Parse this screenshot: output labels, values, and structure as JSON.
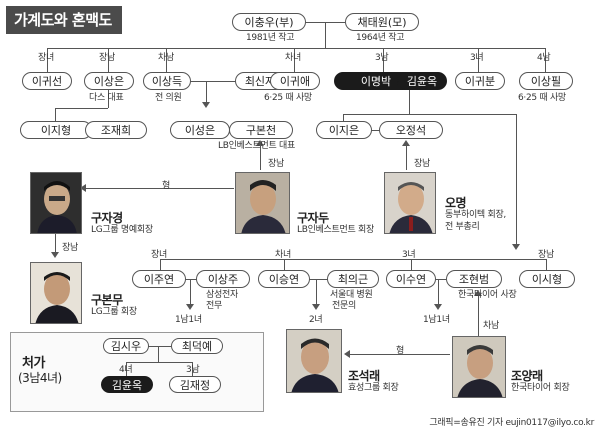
{
  "title": "가계도와 혼맥도",
  "top": {
    "father": "이충우(부)",
    "father_note": "1981년 작고",
    "mother": "채태원(모)",
    "mother_note": "1964년 작고"
  },
  "siblings": {
    "son1_rel": "장녀",
    "son1": "이귀선",
    "son2_rel": "장남",
    "son2": "이상은",
    "son2_note": "다스 대표",
    "son3_rel": "차남",
    "son3": "이상득",
    "son3_note": "전 의원",
    "son3_spouse": "최신자",
    "d2_rel": "차녀",
    "d2": "이귀애",
    "d2_note": "6·25 때 사망",
    "mb_rel": "3남",
    "mb": "이명박",
    "mb_spouse": "김윤옥",
    "d3_rel": "3녀",
    "d3": "이귀분",
    "s4_rel": "4남",
    "s4": "이상필",
    "s4_note": "6·25 때 사망"
  },
  "row2": {
    "a": "이지형",
    "a_spouse": "조재희",
    "b": "이성은",
    "b_spouse": "구본천",
    "b_spouse_note": "LB인베스트먼트 대표",
    "c": "이지은",
    "c_spouse": "오정석"
  },
  "people": {
    "koo_jakyung": "구자경",
    "koo_jakyung_note": "LG그룹 명예회장",
    "koo_jadu": "구자두",
    "koo_jadu_note": "LB인베스트먼트 회장",
    "oh_myung": "오명",
    "oh_myung_note1": "동부하이텍 회장,",
    "oh_myung_note2": "전 부총리",
    "koo_bonmu": "구본무",
    "koo_bonmu_note": "LG그룹 회장",
    "jo_seokrae": "조석래",
    "jo_seokrae_note": "효성그룹 회장",
    "jo_yangrae": "조양래",
    "jo_yangrae_note": "한국타이어 회장"
  },
  "rel": {
    "hyung": "형",
    "jangnam": "장남",
    "chanam": "차남"
  },
  "children": {
    "c1_rel": "장녀",
    "c1": "이주연",
    "c1_spouse": "이상주",
    "c1_sp_note1": "삼성전자",
    "c1_sp_note2": "전무",
    "c1_kids": "1남1녀",
    "c2_rel": "차녀",
    "c2": "이승연",
    "c2_spouse": "최의근",
    "c2_sp_note1": "서울대 병원",
    "c2_sp_note2": "전문의",
    "c2_kids": "2녀",
    "c3_rel": "3녀",
    "c3": "이수연",
    "c3_spouse": "조현범",
    "c3_sp_note": "한국타이어 사장",
    "c3_kids": "1남1녀",
    "c4_rel": "장남",
    "c4": "이시형"
  },
  "inlaws": {
    "heading1": "처가",
    "heading2": "(3남4녀)",
    "father": "김시우",
    "mother": "최덕예",
    "rel_left": "4녀",
    "rel_right": "3남",
    "daughter": "김윤옥",
    "son": "김재정"
  },
  "credit": "그래픽=송유진 기자 eujin0117@ilyo.co.kr",
  "colors": {
    "dark_node": "#1b1b1b",
    "title_bg": "#4b4b4b",
    "line": "#555555"
  }
}
